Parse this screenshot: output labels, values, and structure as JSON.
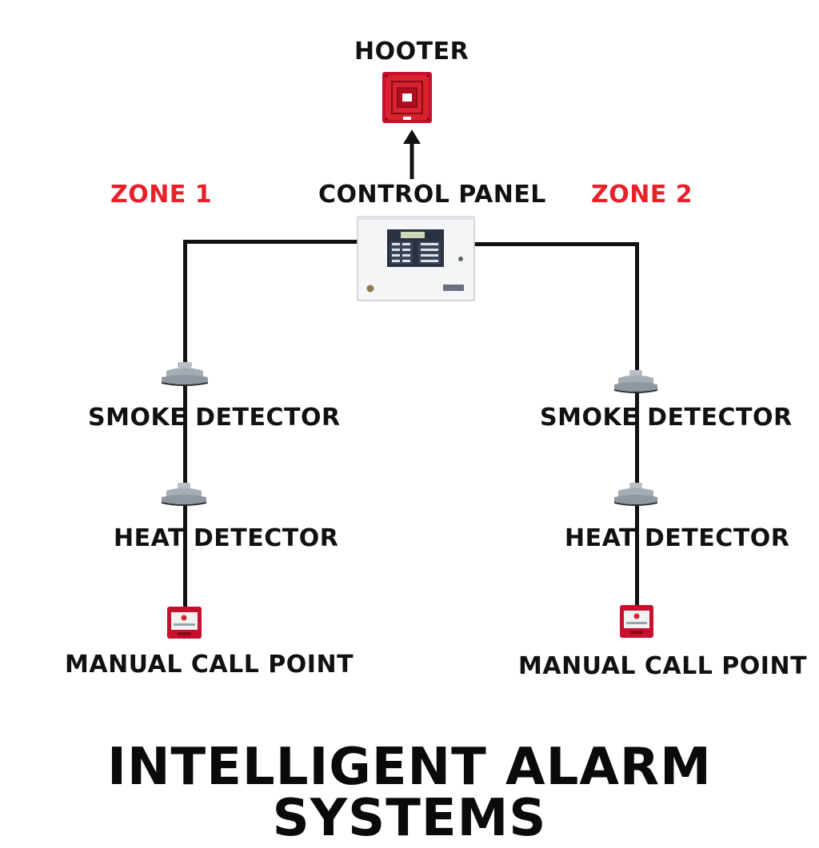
{
  "title": "INTELLIGENT ALARM SYSTEMS",
  "hooter": {
    "label": "HOOTER"
  },
  "control_panel": {
    "label": "CONTROL PANEL"
  },
  "zones": [
    {
      "label": "ZONE 1",
      "smoke_detector": "SMOKE DETECTOR",
      "heat_detector": "HEAT DETECTOR",
      "manual_call_point": "MANUAL CALL POINT"
    },
    {
      "label": "ZONE 2",
      "smoke_detector": "SMOKE DETECTOR",
      "heat_detector": "HEAT DETECTOR",
      "manual_call_point": "MANUAL CALL POINT"
    }
  ],
  "colors": {
    "zone_label": "#e8202a",
    "wire": "#111111",
    "device_red": "#c8102e",
    "detector_grey": "#9aa3ab"
  }
}
